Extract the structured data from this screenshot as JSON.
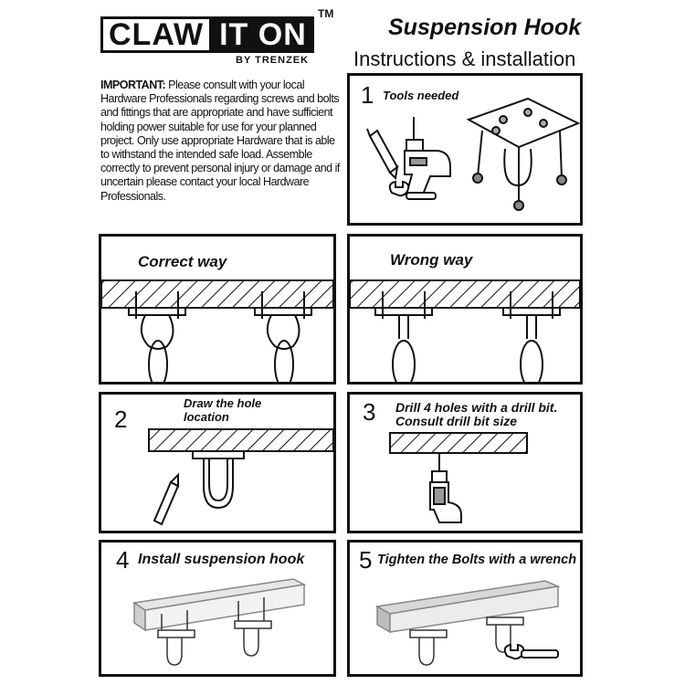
{
  "brand": {
    "logo_part1": "CLAW",
    "logo_part2": "IT ON",
    "trademark": "TM",
    "byline": "BY TRENZEK"
  },
  "header": {
    "title": "Suspension Hook",
    "subtitle": "Instructions & installation"
  },
  "notice": {
    "lead": "IMPORTANT:",
    "body": " Please consult with your local Hardware Professionals regarding screws and bolts and fittings that are appropriate and have sufficient holding power suitable for use for your planned project. Only use appropriate Hardware that is able to withstand the intended safe load. Assemble correctly to prevent personal injury or damage and if uncertain please contact your local Hardware Professionals."
  },
  "panels": {
    "tools": {
      "number": "1",
      "label": "Tools needed"
    },
    "correct": {
      "label": "Correct way"
    },
    "wrong": {
      "label": "Wrong way"
    },
    "draw": {
      "number": "2",
      "label_line1": "Draw the hole",
      "label_line2": "location"
    },
    "drill": {
      "number": "3",
      "label_line1": "Drill 4 holes with a drill bit.",
      "label_line2": "Consult drill bit size"
    },
    "install": {
      "number": "4",
      "label": "Install suspension hook"
    },
    "tighten": {
      "number": "5",
      "label": "Tighten the Bolts with a wrench"
    }
  }
}
